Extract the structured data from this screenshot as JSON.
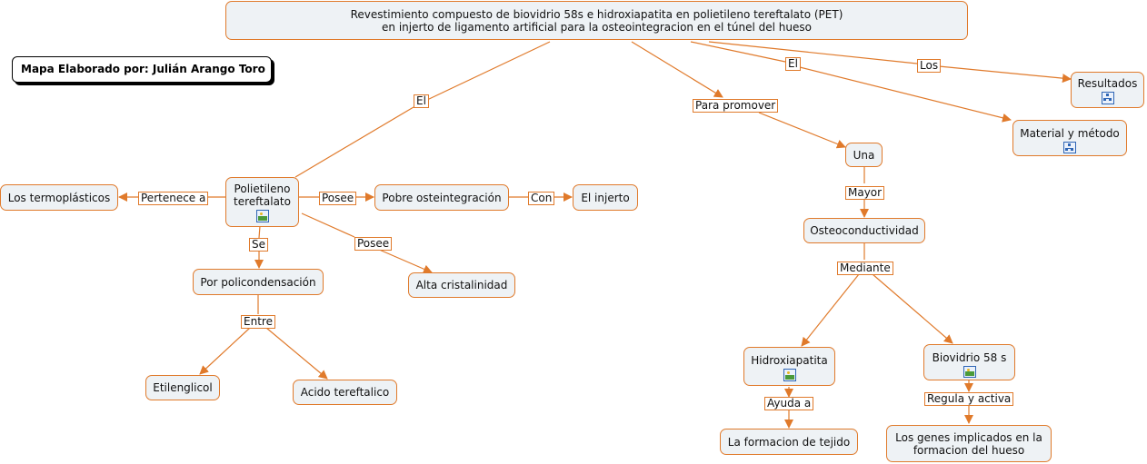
{
  "author": "Mapa Elaborado por: Julián Arango Toro",
  "nodes": {
    "title_line1": "Revestimiento compuesto de biovidrio 58s e hidroxiapatita en polietileno tereftalato (PET)",
    "title_line2": "en injerto de ligamento artificial para la osteointegracion en el túnel del hueso",
    "resultados": "Resultados",
    "material": "Material y método",
    "pet_line1": "Polietileno",
    "pet_line2": "tereftalato",
    "termoplasticos": "Los termoplásticos",
    "pobre": "Pobre osteintegración",
    "injerto": "El injerto",
    "policond": "Por policondensación",
    "alta": "Alta cristalinidad",
    "etilenglicol": "Etilenglicol",
    "acido": "Acido tereftalico",
    "una": "Una",
    "osteo": "Osteoconductividad",
    "hidroxi": "Hidroxiapatita",
    "biovidrio": "Biovidrio 58 s",
    "formacion": "La formacion de tejido",
    "genes_line1": "Los genes implicados en la",
    "genes_line2": "formacion del hueso"
  },
  "links": {
    "el_left": "El",
    "para_promover": "Para promover",
    "el_right": "El",
    "los": "Los",
    "pertenece": "Pertenece a",
    "posee1": "Posee",
    "con": "Con",
    "posee2": "Posee",
    "se": "Se",
    "entre": "Entre",
    "mayor": "Mayor",
    "mediante": "Mediante",
    "ayuda": "Ayuda a",
    "regula": "Regula y activa"
  },
  "colors": {
    "accent": "#e07a2b",
    "node_fill": "#eef2f5"
  },
  "icons": {
    "image": "image-icon",
    "concept_map": "concept-map-icon"
  }
}
